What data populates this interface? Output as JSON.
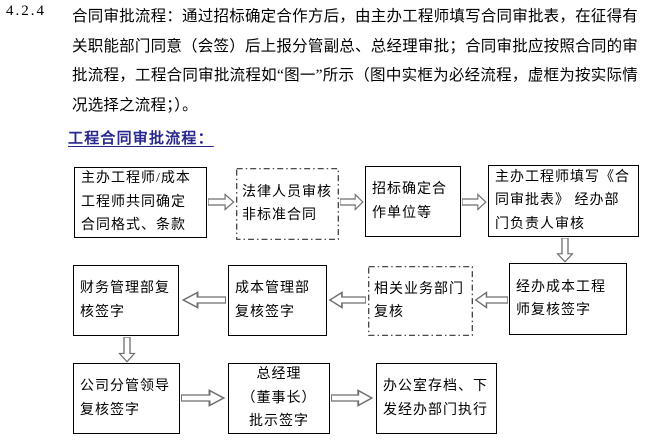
{
  "colors": {
    "heading": "#28288f",
    "box_border": "#000000",
    "dashed_border": "#333333",
    "arrow_stroke": "#6e6e6e",
    "text": "#000000",
    "background": "#ffffff"
  },
  "clause": {
    "number": "4.2.4",
    "text": "合同审批流程：通过招标确定合作方后，由主办工程师填写合同审批表，在征得有关职能部门同意（会签）后上报分管副总、总经理审批；合同审批应按照合同的审批流程，工程合同审批流程如“图一”所示（图中实框为必经流程，虚框为按实际情况选择之流程；）。"
  },
  "flow": {
    "title": "工程合同审批流程：",
    "legend": {
      "solid": "必经流程",
      "dashed": "按实际情况选择之流程"
    },
    "boxes": [
      {
        "id": "define-format",
        "style": "solid",
        "text": "主办工程师/成本工程师共同确定合同格式、条款"
      },
      {
        "id": "legal-review",
        "style": "dashed",
        "text": "法律人员审核非标准合同"
      },
      {
        "id": "bidding",
        "style": "solid",
        "text": "招标确定合作单位等"
      },
      {
        "id": "fill-approval-form",
        "style": "solid",
        "text": "主办工程师填写《合同审批表》 经办部门负责人审核"
      },
      {
        "id": "finance-dept-review",
        "style": "solid",
        "text": "财务管理部复核签字"
      },
      {
        "id": "cost-dept-review",
        "style": "solid",
        "text": "成本管理部复核签字"
      },
      {
        "id": "business-dept-review",
        "style": "dashed",
        "text": "相关业务部门复核"
      },
      {
        "id": "cost-engineer-review",
        "style": "solid",
        "text": "经办成本工程师复核签字"
      },
      {
        "id": "company-leader-review",
        "style": "solid",
        "text": "公司分管领导复核签字"
      },
      {
        "id": "general-manager-sign",
        "style": "solid",
        "text": "总经理\n（董事长）\n批示签字"
      },
      {
        "id": "office-archive",
        "style": "solid",
        "text": "办公室存档、下发经办部门执行"
      }
    ]
  }
}
